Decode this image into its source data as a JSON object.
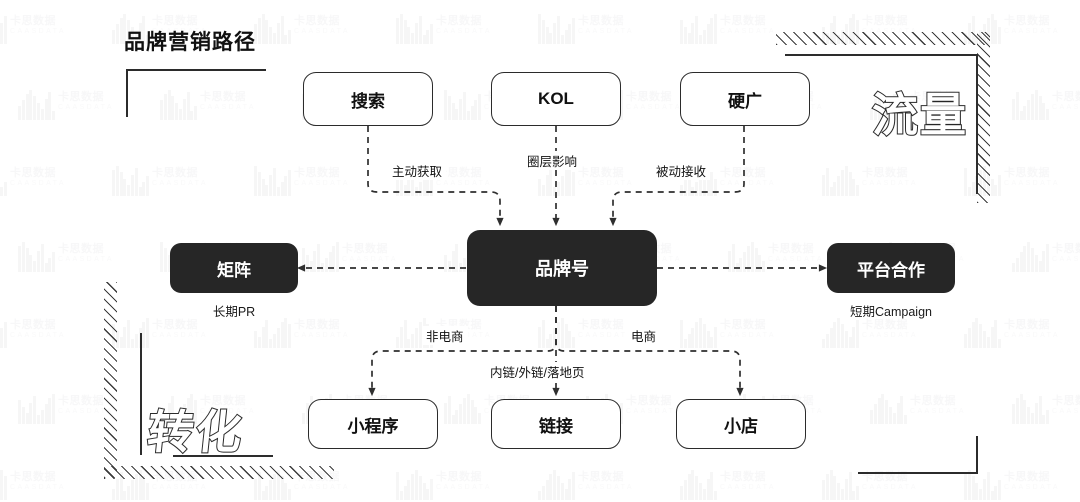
{
  "title": "品牌营销路径",
  "deco": {
    "top_right": "流量",
    "bottom_left": "转化"
  },
  "watermark": {
    "text_cn": "卡思数据",
    "text_en": "CAASDATA"
  },
  "colors": {
    "dark_node": "#262626",
    "light_node_border": "#2b2b2b",
    "text_dark": "#111111",
    "frame": "#2b2b2b",
    "edge": "#333333",
    "background": "#ffffff"
  },
  "nodes": {
    "sources": [
      {
        "id": "search",
        "label": "搜索"
      },
      {
        "id": "kol",
        "label": "KOL"
      },
      {
        "id": "hardad",
        "label": "硬广"
      }
    ],
    "hub": {
      "id": "brand",
      "label": "品牌号"
    },
    "left": {
      "id": "matrix",
      "label": "矩阵",
      "caption": "长期PR"
    },
    "right": {
      "id": "platform",
      "label": "平台合作",
      "caption": "短期Campaign"
    },
    "outcomes": [
      {
        "id": "miniprogram",
        "label": "小程序"
      },
      {
        "id": "link",
        "label": "链接"
      },
      {
        "id": "shop",
        "label": "小店"
      }
    ]
  },
  "edge_labels": {
    "search_to_brand": "主动获取",
    "kol_to_brand": "圈层影响",
    "hardad_to_brand": "被动接收",
    "brand_to_mini": "非电商",
    "brand_to_link": "内链/外链/落地页",
    "brand_to_shop": "电商"
  }
}
